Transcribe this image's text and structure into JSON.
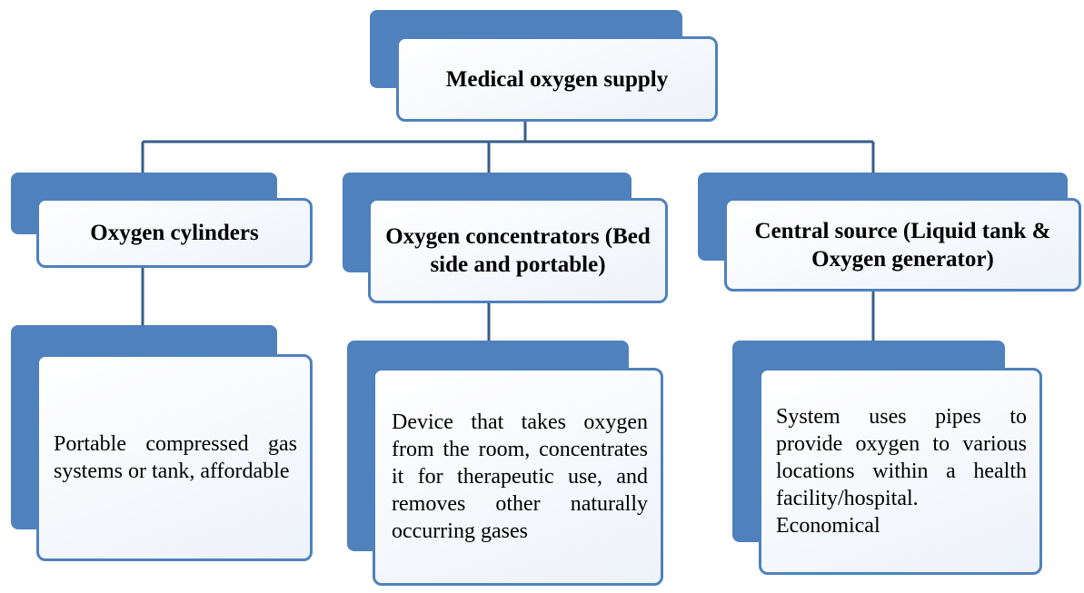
{
  "diagram": {
    "root": {
      "label": "Medical oxygen supply"
    },
    "branches": [
      {
        "title": "Oxygen cylinders",
        "description": "Portable compressed gas systems or tank, affordable"
      },
      {
        "title": "Oxygen concentrators (Bed side and portable)",
        "description": "Device that takes oxygen from the room, concentrates it for therapeutic use, and removes other naturally occurring gases"
      },
      {
        "title": "Central source (Liquid tank & Oxygen generator)",
        "description": "System uses pipes to provide oxygen to various locations within a health facility/hospital. Economical"
      }
    ],
    "colors": {
      "accent": "#4f81bd",
      "box_fill": "#eef2f9",
      "connector": "#385d8a"
    }
  }
}
